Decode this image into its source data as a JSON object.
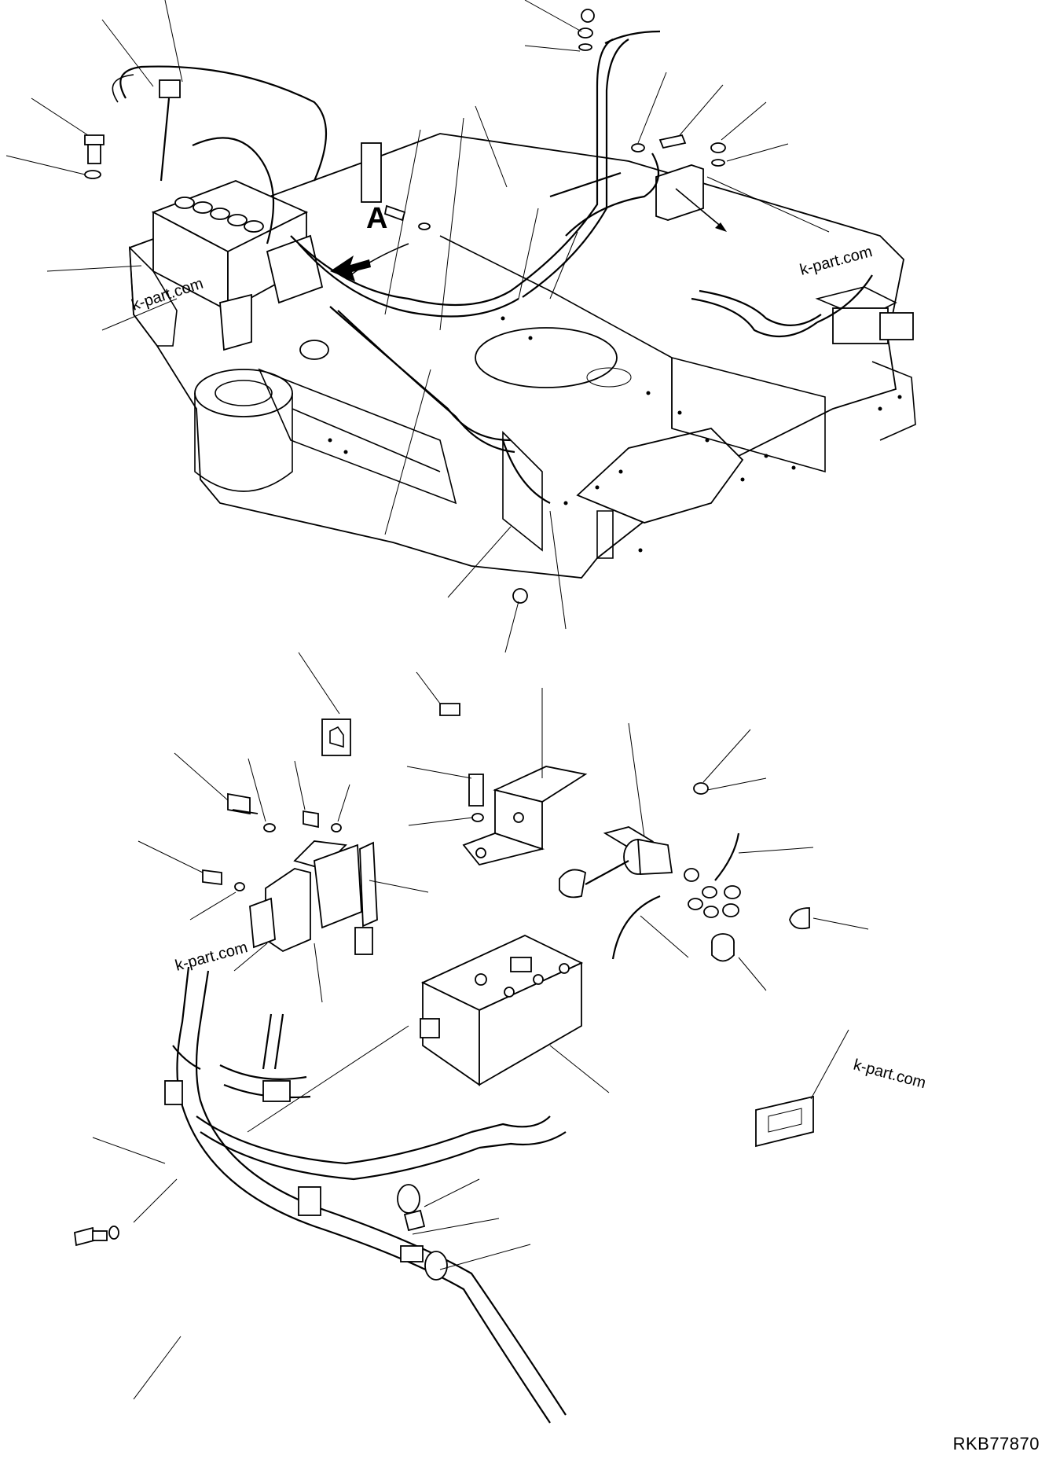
{
  "view_marker": "A",
  "watermarks": [
    "k-part.com",
    "k-part.com",
    "k-part.com",
    "k-part.com"
  ],
  "drawing_code": "RKB77870",
  "colors": {
    "line": "#000000",
    "background": "#ffffff"
  }
}
